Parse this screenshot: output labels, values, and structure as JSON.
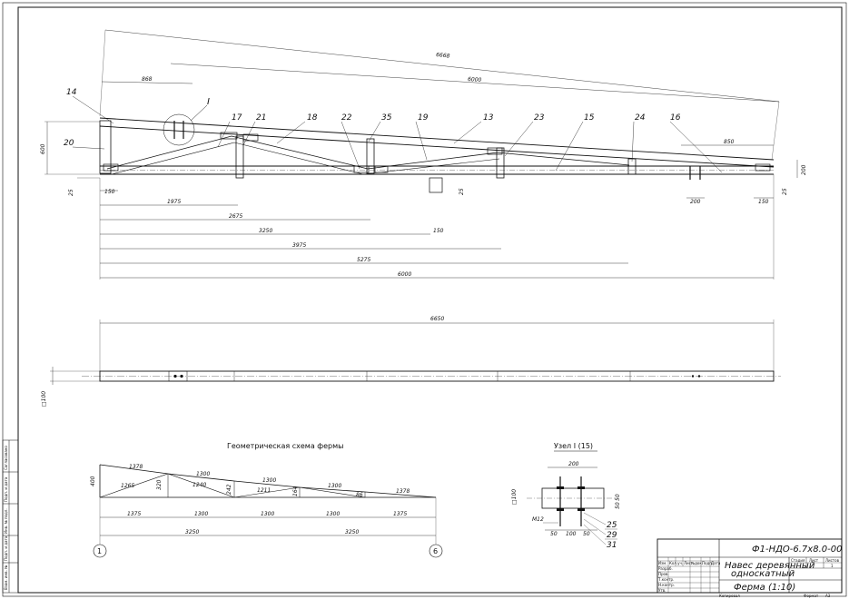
{
  "top_view": {
    "dims": {
      "overall_top": "6668",
      "top_6000": "6000",
      "left_868": "868",
      "height_600": "600",
      "offset_25_left": "25",
      "width_150_left": "150",
      "d1975": "1975",
      "d2675": "2675",
      "d3250": "3250",
      "d150_mid": "150",
      "d25_mid": "25",
      "d3975": "3975",
      "d5275": "5275",
      "d6000": "6000",
      "d850": "850",
      "d200_right": "200",
      "d25_right": "25",
      "d200_bottom": "200",
      "d150_right": "150"
    },
    "node_label": "I",
    "positions": [
      "14",
      "20",
      "17",
      "21",
      "18",
      "22",
      "35",
      "19",
      "13",
      "23",
      "15",
      "24",
      "16"
    ]
  },
  "plan_view": {
    "length": "6650",
    "section": "□100"
  },
  "geom_scheme": {
    "title": "Геометрическая схема фермы",
    "height": "400",
    "top_segments": [
      "1378",
      "1300",
      "1300",
      "1300",
      "1378"
    ],
    "web_lengths": [
      "1265",
      "320",
      "1240",
      "242",
      "1211",
      "164",
      "86"
    ],
    "bottom_segments": [
      "1375",
      "1300",
      "1300",
      "1300",
      "1375"
    ],
    "halves": [
      "3250",
      "3250"
    ],
    "axis_left": "1",
    "axis_right": "6"
  },
  "node_detail": {
    "title": "Узел I (15)",
    "width": "200",
    "section": "□100",
    "right_dims": [
      "50",
      "50"
    ],
    "bottom_dims": [
      "50",
      "100",
      "50"
    ],
    "bolt_note": "M12",
    "positions": [
      "25",
      "29",
      "31"
    ]
  },
  "side_stamp": {
    "cells": [
      "Взам. инв. №",
      "Подп. и дата",
      "Инв. № подл.",
      "Подп. и дата",
      "Согласовано"
    ]
  },
  "title_block": {
    "code": "Ф1-НДО-6.7х8.0-00",
    "project_line1": "Навес деревянный",
    "project_line2": "односкатный",
    "sheet_name": "Ферма (1:10)",
    "stage_head": "Стадия",
    "sheet_head": "Лист",
    "sheets_head": "Листов",
    "sheet_value": "1",
    "row_labels": [
      "Разраб.",
      "Пров.",
      "Т.контр.",
      "",
      "Н.контр.",
      "Утв."
    ],
    "col_labels": [
      "Изм.",
      "Кол.уч.",
      "Лист",
      "№док.",
      "Подп.",
      "Дата"
    ],
    "copied": "Копировал",
    "format_label": "Формат",
    "format_value": "A3"
  }
}
